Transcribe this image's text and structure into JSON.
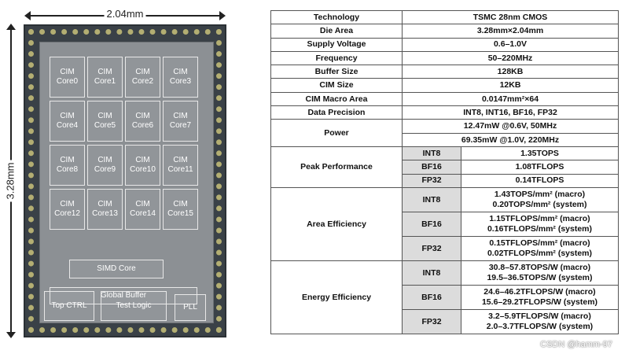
{
  "die": {
    "width_label": "2.04mm",
    "height_label": "3.28mm",
    "cores": [
      {
        "l1": "CIM",
        "l2": "Core0"
      },
      {
        "l1": "CIM",
        "l2": "Core1"
      },
      {
        "l1": "CIM",
        "l2": "Core2"
      },
      {
        "l1": "CIM",
        "l2": "Core3"
      },
      {
        "l1": "CIM",
        "l2": "Core4"
      },
      {
        "l1": "CIM",
        "l2": "Core5"
      },
      {
        "l1": "CIM",
        "l2": "Core6"
      },
      {
        "l1": "CIM",
        "l2": "Core7"
      },
      {
        "l1": "CIM",
        "l2": "Core8"
      },
      {
        "l1": "CIM",
        "l2": "Core9"
      },
      {
        "l1": "CIM",
        "l2": "Core10"
      },
      {
        "l1": "CIM",
        "l2": "Core11"
      },
      {
        "l1": "CIM",
        "l2": "Core12"
      },
      {
        "l1": "CIM",
        "l2": "Core13"
      },
      {
        "l1": "CIM",
        "l2": "Core14"
      },
      {
        "l1": "CIM",
        "l2": "Core15"
      }
    ],
    "simd": "SIMD Core",
    "buffer": "Global Buffer",
    "top_ctrl": "Top CTRL",
    "test_logic": "Test Logic",
    "pll": "PLL"
  },
  "table": {
    "technology": {
      "label": "Technology",
      "value": "TSMC 28nm CMOS"
    },
    "die_area": {
      "label": "Die Area",
      "value": "3.28mm×2.04mm"
    },
    "supply": {
      "label": "Supply Voltage",
      "value": "0.6–1.0V"
    },
    "frequency": {
      "label": "Frequency",
      "value": "50–220MHz"
    },
    "buffer": {
      "label": "Buffer Size",
      "value": "128KB"
    },
    "cim_size": {
      "label": "CIM Size",
      "value": "12KB"
    },
    "macro_area": {
      "label": "CIM Macro Area",
      "value": "0.0147mm²×64"
    },
    "precision": {
      "label": "Data Precision",
      "value": "INT8, INT16, BF16, FP32"
    },
    "power": {
      "label": "Power",
      "v1": "12.47mW @0.6V, 50MHz",
      "v2": "69.35mW @1.0V, 220MHz"
    },
    "peak": {
      "label": "Peak Performance",
      "rows": [
        {
          "p": "INT8",
          "v": "1.35TOPS"
        },
        {
          "p": "BF16",
          "v": "1.08TFLOPS"
        },
        {
          "p": "FP32",
          "v": "0.14TFLOPS"
        }
      ]
    },
    "area_eff": {
      "label": "Area Efficiency",
      "rows": [
        {
          "p": "INT8",
          "v1": "1.43TOPS/mm² (macro)",
          "v2": "0.20TOPS/mm² (system)"
        },
        {
          "p": "BF16",
          "v1": "1.15TFLOPS/mm² (macro)",
          "v2": "0.16TFLOPS/mm² (system)"
        },
        {
          "p": "FP32",
          "v1": "0.15TFLOPS/mm² (macro)",
          "v2": "0.02TFLOPS/mm² (system)"
        }
      ]
    },
    "energy_eff": {
      "label": "Energy Efficiency",
      "rows": [
        {
          "p": "INT8",
          "v1": "30.8–57.8TOPS/W (macro)",
          "v2": "19.5–36.5TOPS/W (system)"
        },
        {
          "p": "BF16",
          "v1": "24.6–46.2TFLOPS/W (macro)",
          "v2": "15.6–29.2TFLOPS/W (system)"
        },
        {
          "p": "FP32",
          "v1": "3.2–5.9TFLOPS/W (macro)",
          "v2": "2.0–3.7TFLOPS/W (system)"
        }
      ]
    }
  },
  "watermark": "CSDN @hamm-97"
}
